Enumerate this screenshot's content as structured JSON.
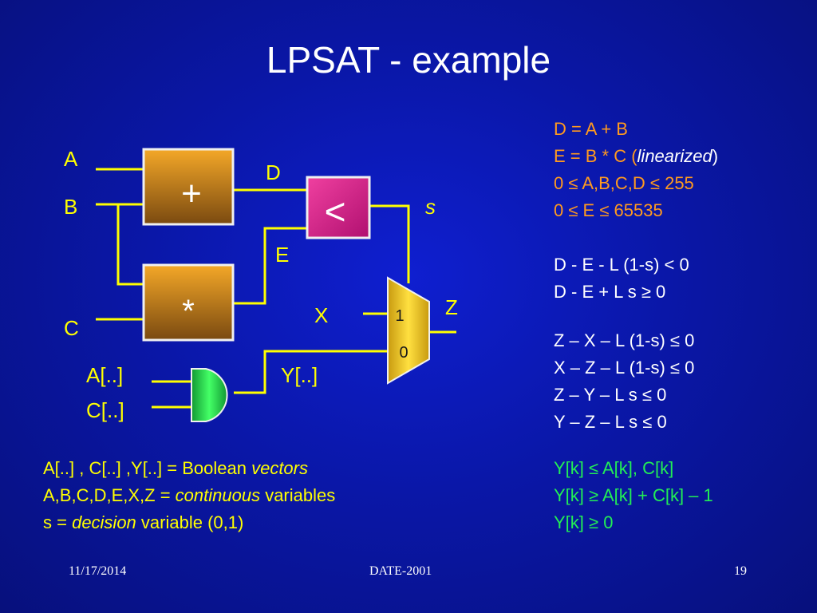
{
  "slide": {
    "title": "LPSAT - example"
  },
  "diagram": {
    "inputs": {
      "a": "A",
      "b": "B",
      "c": "C",
      "a_vec": "A[..]",
      "c_vec": "C[..]"
    },
    "signals": {
      "d": "D",
      "e": "E",
      "s": "s",
      "x": "X",
      "y_vec": "Y[..]",
      "z": "Z"
    },
    "gates": {
      "adder": "+",
      "multiplier": "*",
      "comparator": "<"
    },
    "mux": {
      "in1": "1",
      "in0": "0"
    },
    "colors": {
      "wire": "#ffff00",
      "box_fill_top": "#f0a020",
      "box_fill_bottom": "#805010",
      "comparator": "#e0208a",
      "and_gate": "#22cc44",
      "mux": "#f0d020"
    }
  },
  "equations": {
    "group1": [
      {
        "parts": [
          "D = A + B"
        ]
      },
      {
        "parts": [
          "E = B * C (",
          "linearized",
          ")"
        ]
      },
      {
        "parts": [
          "0 ≤ A,B,C,D ≤ 255"
        ]
      },
      {
        "parts": [
          "0 ≤ E ≤ 65535"
        ]
      }
    ],
    "group2": [
      "D - E  - L (1-s) < 0",
      "D - E + L s ≥ 0"
    ],
    "group3": [
      "Z – X – L (1-s) ≤ 0",
      "X – Z – L (1-s) ≤ 0",
      "Z – Y – L s ≤ 0",
      "Y – Z – L s ≤ 0"
    ],
    "group4": [
      "Y[k] ≤ A[k],  C[k]",
      "Y[k] ≥ A[k] + C[k] – 1",
      "Y[k] ≥ 0"
    ]
  },
  "notes": {
    "line1": {
      "pre": "A[..] , C[..] ,Y[..] = Boolean ",
      "em": "vectors"
    },
    "line2": {
      "pre": "A,B,C,D,E,X,Z = ",
      "em": "continuous",
      "post": " variables"
    },
    "line3": {
      "pre": "s = ",
      "em": "decision",
      "post": " variable (0,1)"
    }
  },
  "footer": {
    "date": "11/17/2014",
    "center": "DATE-2001",
    "page": "19"
  }
}
